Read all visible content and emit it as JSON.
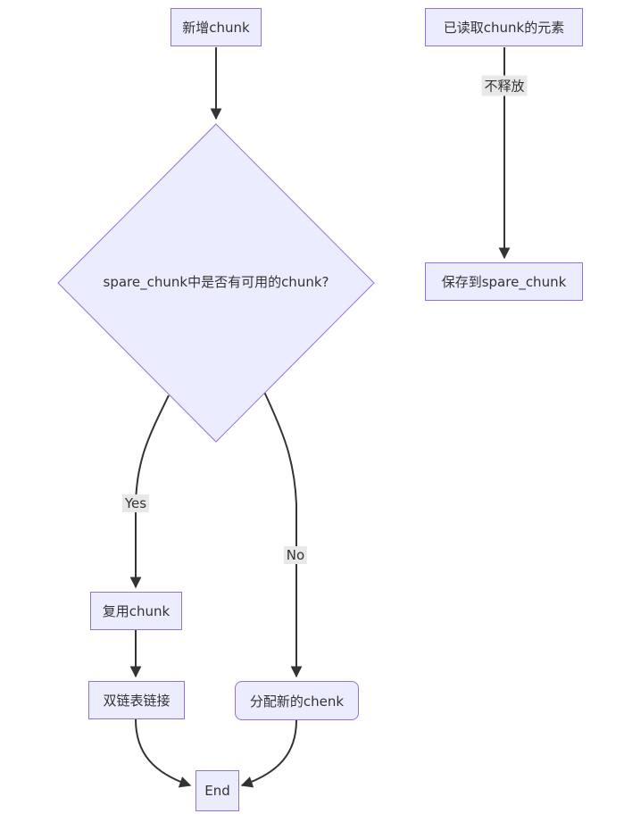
{
  "diagram": {
    "type": "flowchart",
    "direction": "top-down",
    "nodes": {
      "new_chunk": {
        "label": "新增chunk",
        "shape": "rect"
      },
      "decision": {
        "label": "spare_chunk中是否有可用的chunk?",
        "shape": "diamond"
      },
      "reuse_chunk": {
        "label": "复用chunk",
        "shape": "rect"
      },
      "doubly_linked": {
        "label": "双链表链接",
        "shape": "rect"
      },
      "alloc_new": {
        "label": "分配新的chenk",
        "shape": "rounded-rect"
      },
      "end": {
        "label": "End",
        "shape": "rect"
      },
      "read_elements": {
        "label": "已读取chunk的元素",
        "shape": "rect"
      },
      "save_spare": {
        "label": "保存到spare_chunk",
        "shape": "rect"
      }
    },
    "edge_labels": {
      "yes": {
        "label": "Yes"
      },
      "no": {
        "label": "No"
      },
      "no_release": {
        "label": "不释放"
      }
    },
    "edges": [
      {
        "from": "new_chunk",
        "to": "decision",
        "label": ""
      },
      {
        "from": "decision",
        "to": "reuse_chunk",
        "label": "Yes"
      },
      {
        "from": "decision",
        "to": "alloc_new",
        "label": "No"
      },
      {
        "from": "reuse_chunk",
        "to": "doubly_linked",
        "label": ""
      },
      {
        "from": "doubly_linked",
        "to": "end",
        "label": ""
      },
      {
        "from": "alloc_new",
        "to": "end",
        "label": ""
      },
      {
        "from": "read_elements",
        "to": "save_spare",
        "label": "不释放"
      }
    ],
    "colors": {
      "node_fill": "#ECECFF",
      "node_border": "#9370DB",
      "edge_stroke": "#333333",
      "text": "#333333",
      "edge_label_bg": "#e8e8e8",
      "background": "#ffffff"
    }
  }
}
